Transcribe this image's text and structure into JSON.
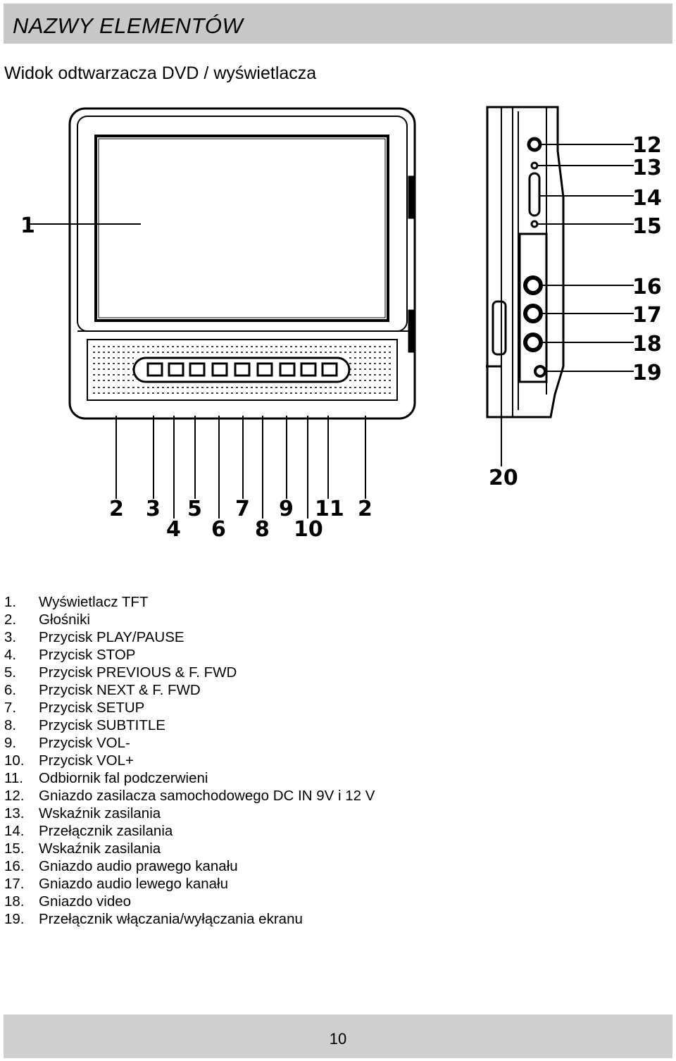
{
  "header": {
    "title": "NAZWY ELEMENTÓW"
  },
  "subtitle": "Widok odtwarzacza DVD / wyświetlacza",
  "diagram": {
    "front_callouts": {
      "c1": "1",
      "b_2a": "2",
      "b_3": "3",
      "b_4": "4",
      "b_5": "5",
      "b_6": "6",
      "b_7": "7",
      "b_8": "8",
      "b_9": "9",
      "b_10": "10",
      "b_11": "11",
      "b_2b": "2"
    },
    "side_callouts": {
      "c12": "12",
      "c13": "13",
      "c14": "14",
      "c15": "15",
      "c16": "16",
      "c17": "17",
      "c18": "18",
      "c19": "19",
      "c20": "20"
    }
  },
  "legend": [
    {
      "num": "1.",
      "text": "Wyświetlacz TFT"
    },
    {
      "num": "2.",
      "text": "Głośniki"
    },
    {
      "num": "3.",
      "text": "Przycisk PLAY/PAUSE"
    },
    {
      "num": "4.",
      "text": "Przycisk STOP"
    },
    {
      "num": "5.",
      "text": "Przycisk PREVIOUS & F. FWD"
    },
    {
      "num": "6.",
      "text": "Przycisk NEXT & F. FWD"
    },
    {
      "num": "7.",
      "text": "Przycisk SETUP"
    },
    {
      "num": "8.",
      "text": "Przycisk SUBTITLE"
    },
    {
      "num": "9.",
      "text": "Przycisk VOL-"
    },
    {
      "num": "10.",
      "text": "Przycisk VOL+"
    },
    {
      "num": "11.",
      "text": "Odbiornik fal podczerwieni"
    },
    {
      "num": "12.",
      "text": "Gniazdo zasilacza samochodowego DC IN 9V i 12 V"
    },
    {
      "num": "13.",
      "text": "Wskaźnik zasilania"
    },
    {
      "num": "14.",
      "text": "Przełącznik zasilania"
    },
    {
      "num": "15.",
      "text": "Wskaźnik zasilania"
    },
    {
      "num": "16.",
      "text": "Gniazdo audio prawego kanału"
    },
    {
      "num": "17.",
      "text": "Gniazdo audio lewego kanału"
    },
    {
      "num": "18.",
      "text": "Gniazdo video"
    },
    {
      "num": "19.",
      "text": "Przełącznik włączania/wyłączania ekranu"
    }
  ],
  "footer": {
    "page_number": "10"
  }
}
